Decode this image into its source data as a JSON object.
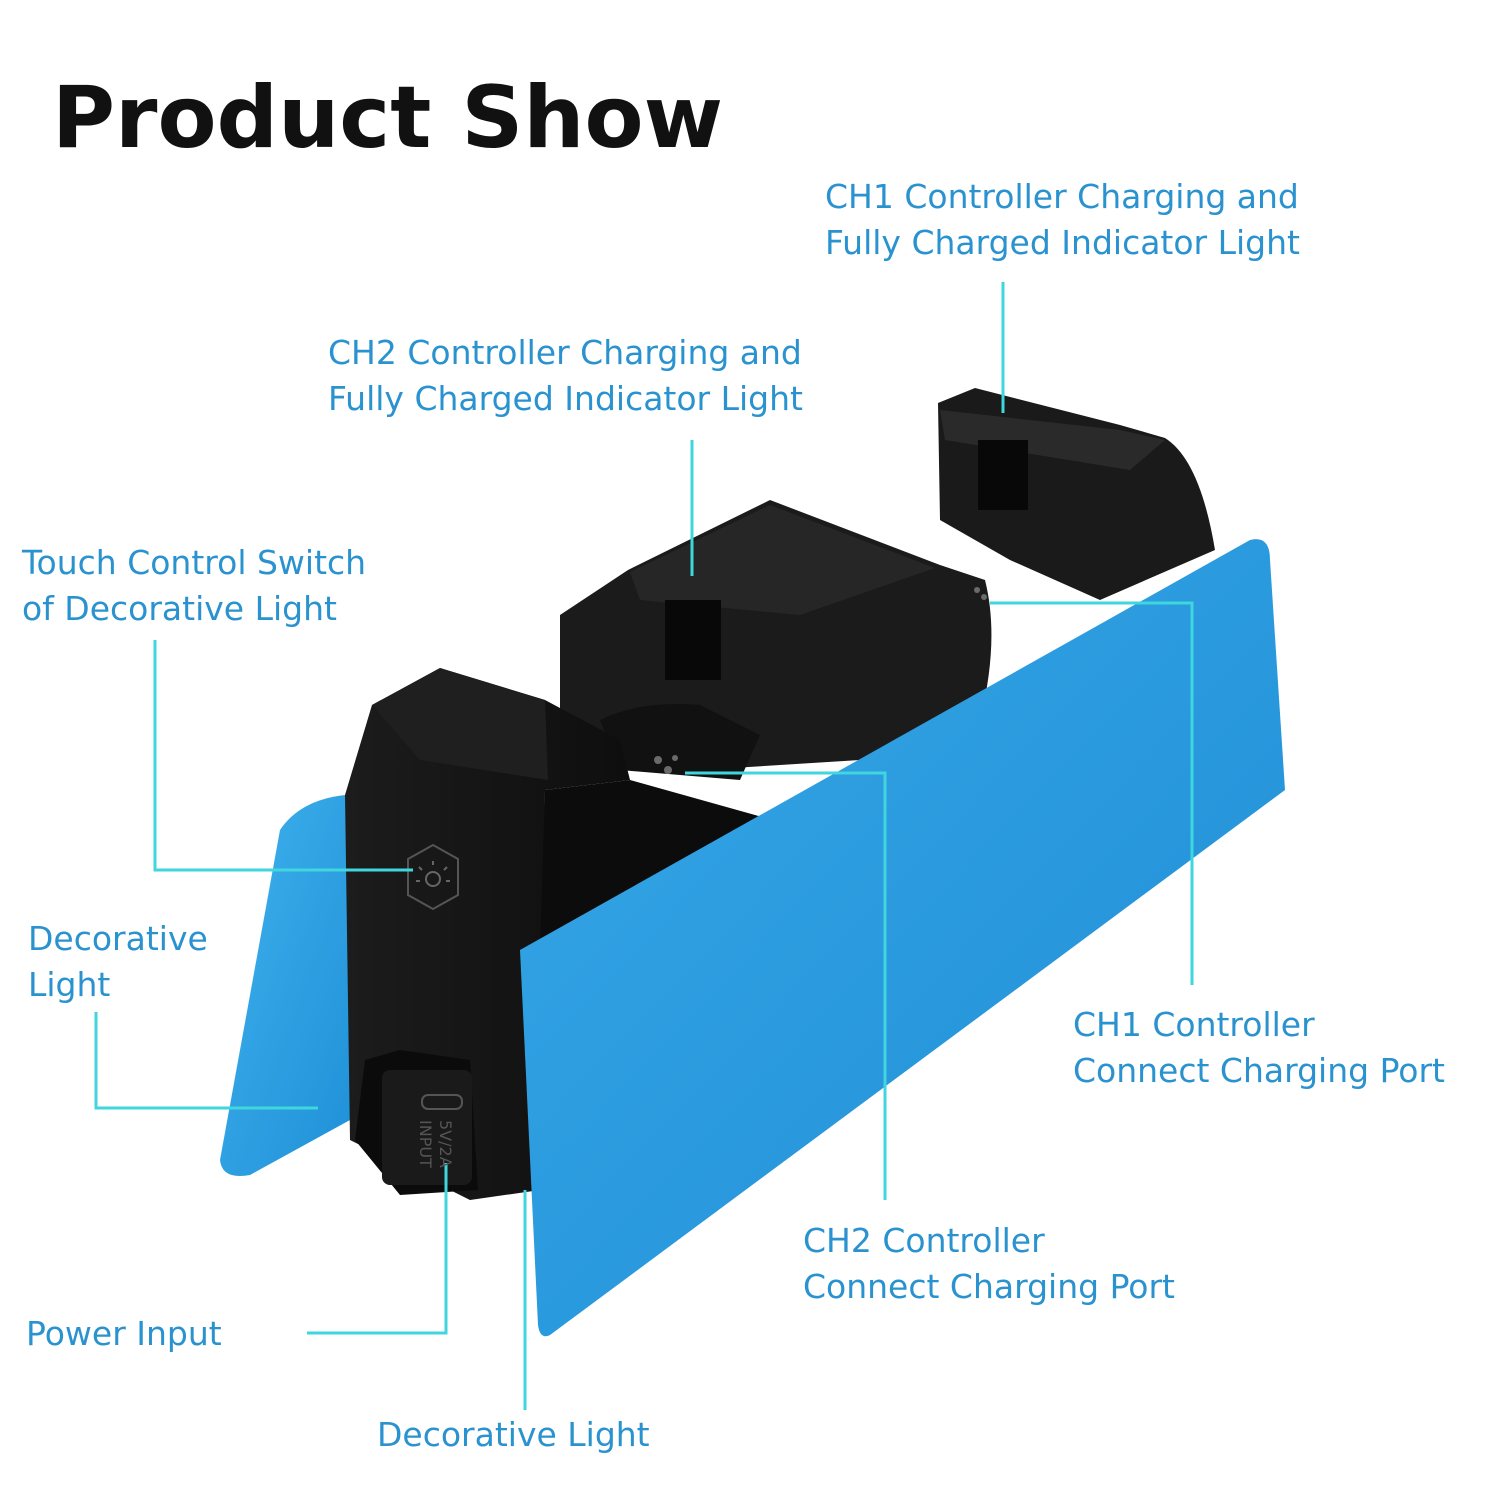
{
  "title": "Product Show",
  "colors": {
    "label_text": "#2a93cf",
    "leader_line": "#3fd6de",
    "panel_blue": "#2a9ee0",
    "dock_black": "#151515"
  },
  "labels": {
    "ch1_indicator": {
      "line1": "CH1 Controller Charging and",
      "line2": "Fully Charged Indicator Light"
    },
    "ch2_indicator": {
      "line1": "CH2 Controller Charging and",
      "line2": "Fully Charged Indicator Light"
    },
    "touch_switch": {
      "line1": "Touch Control Switch",
      "line2": "of Decorative Light"
    },
    "decorative_light_left": {
      "line1": "Decorative",
      "line2": "Light"
    },
    "ch1_port": {
      "line1": "CH1 Controller",
      "line2": "Connect Charging Port"
    },
    "ch2_port": {
      "line1": "CH2 Controller",
      "line2": "Connect Charging Port"
    },
    "power_input": {
      "line1": "Power Input"
    },
    "decorative_light_bottom": {
      "line1": "Decorative Light"
    }
  },
  "port_marking": {
    "line1": "INPUT",
    "line2": "5V/2A"
  },
  "icons": {
    "touch_switch": "sun-icon"
  }
}
